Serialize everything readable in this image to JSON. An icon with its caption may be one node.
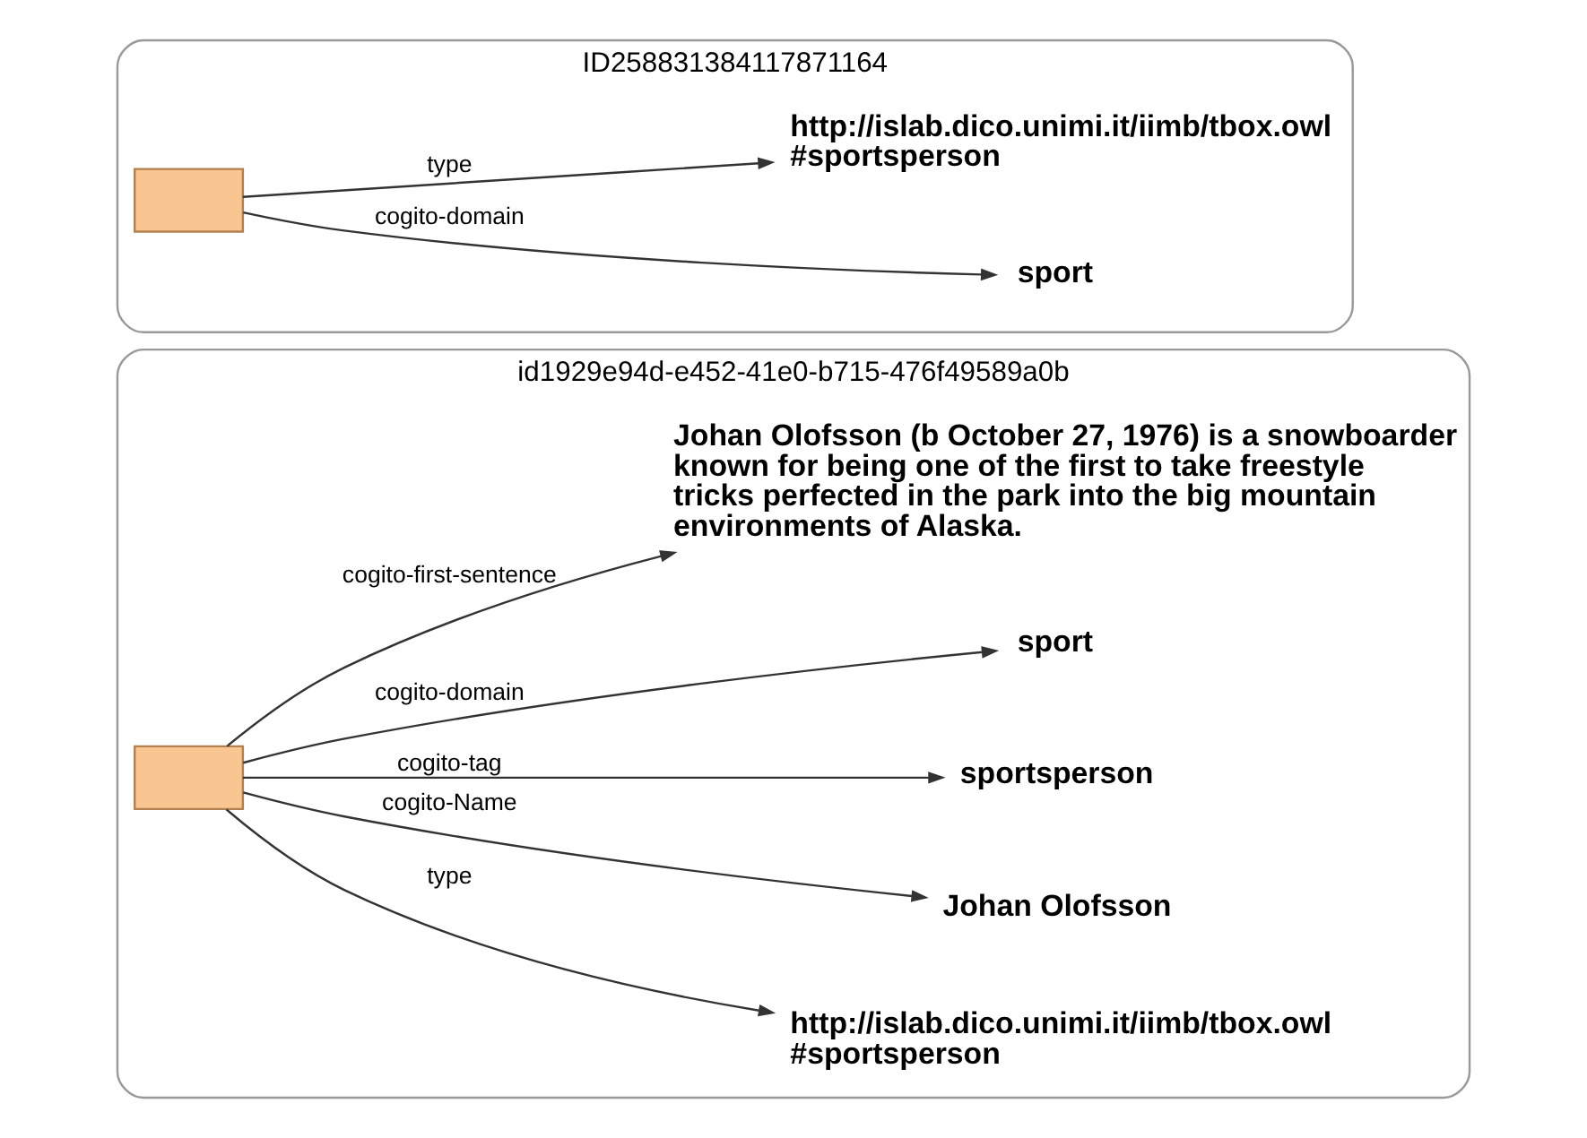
{
  "diagram": {
    "nodes": [
      {
        "text": [
          "id1929e94d-e452-41e0-b715-476f49589a0b"
        ]
      },
      {
        "text": [],
        "shape": "box",
        "in": 0
      },
      {
        "text": [
          "http://islab.dico.unimi.it/iimb/tbox.owl #sportsperson"
        ],
        "in": 0
      },
      {
        "text": [
          "Johan Olofsson"
        ],
        "in": 0
      },
      {
        "text": [
          "sportsperson"
        ],
        "in": 0
      },
      {
        "text": [
          "sport"
        ],
        "in": 0
      },
      {
        "text": [
          "Johan Olofsson (b October 27, 1976) is a snowboarder known for being one of the first to take freestyle tricks perfected in the park into the big mountain environments of Alaska."
        ],
        "in": 0
      },
      {
        "text": [
          "ID258831384117871164"
        ]
      },
      {
        "text": [],
        "shape": "box",
        "in": 7
      },
      {
        "text": [
          "sport"
        ],
        "in": 7
      },
      {
        "text": [
          "http://islab.dico.unimi.it/iimb/tbox.owl #sportsperson"
        ],
        "in": 7
      }
    ],
    "edges": [
      {
        "from": 1,
        "to": 2,
        "arrow": "to",
        "label": "type"
      },
      {
        "from": 1,
        "to": 3,
        "arrow": "to",
        "label": "cogito-Name"
      },
      {
        "from": 1,
        "to": 4,
        "arrow": "to",
        "label": "cogito-tag"
      },
      {
        "from": 1,
        "to": 5,
        "arrow": "to",
        "label": "cogito-domain"
      },
      {
        "from": 1,
        "to": 6,
        "arrow": "to",
        "label": "cogito-first-sentence"
      },
      {
        "from": 8,
        "to": 9,
        "arrow": "to",
        "label": "cogito-domain"
      },
      {
        "from": 8,
        "to": 10,
        "arrow": "to",
        "label": "type"
      }
    ]
  }
}
